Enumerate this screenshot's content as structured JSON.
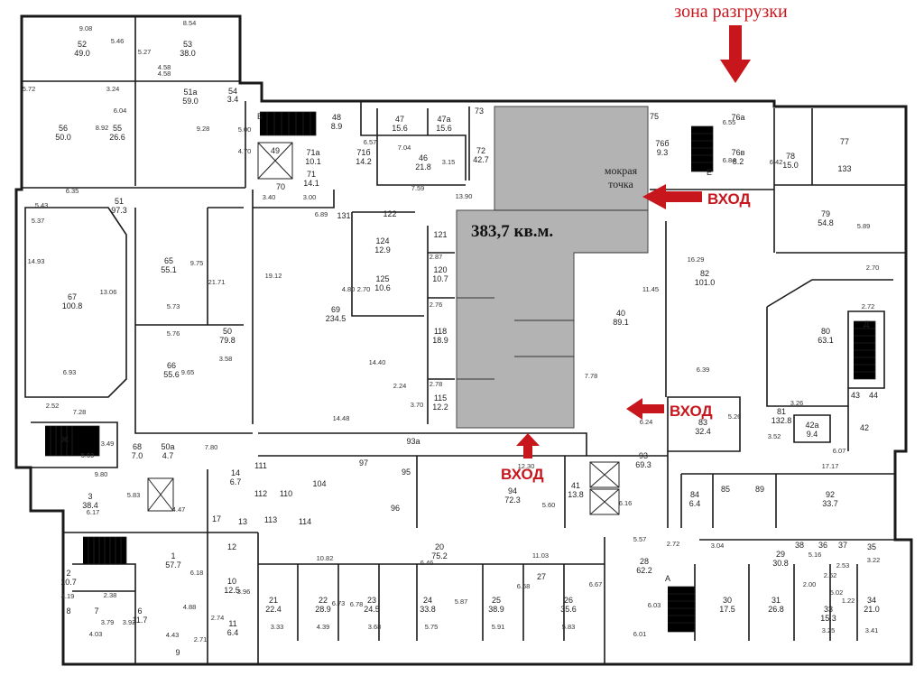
{
  "notes": {
    "unloading_zone": "зона разгрузки",
    "highlight_area": "383,7 кв.м.",
    "wet_point_line1": "мокрая",
    "wet_point_line2": "точка"
  },
  "entrances": [
    {
      "label": "ВХОД"
    },
    {
      "label": "ВХОД"
    },
    {
      "label": "ВХОД"
    }
  ],
  "colors": {
    "accent_red": "#c8161d",
    "highlight_gray": "#b3b3b3",
    "wall": "#1a1a1a"
  },
  "rooms": [
    {
      "num": "52",
      "area": "49.0"
    },
    {
      "num": "53",
      "area": "38.0"
    },
    {
      "num": "51а",
      "area": "59.0"
    },
    {
      "num": "54",
      "area": "3.4"
    },
    {
      "num": "56",
      "area": "50.0"
    },
    {
      "num": "55",
      "area": "26.6"
    },
    {
      "num": "48",
      "area": "8.9"
    },
    {
      "num": "47",
      "area": "15.6"
    },
    {
      "num": "47а",
      "area": "15.6"
    },
    {
      "num": "73",
      "area": ""
    },
    {
      "num": "75",
      "area": ""
    },
    {
      "num": "76а",
      "area": ""
    },
    {
      "num": "49",
      "area": ""
    },
    {
      "num": "71а",
      "area": "10.1"
    },
    {
      "num": "71б",
      "area": "14.2"
    },
    {
      "num": "46",
      "area": "21.8"
    },
    {
      "num": "72",
      "area": "42.7"
    },
    {
      "num": "76б",
      "area": "9.3"
    },
    {
      "num": "76в",
      "area": "8.2"
    },
    {
      "num": "78",
      "area": "15.0"
    },
    {
      "num": "77",
      "area": ""
    },
    {
      "num": "133",
      "area": ""
    },
    {
      "num": "71",
      "area": "14.1"
    },
    {
      "num": "70",
      "area": ""
    },
    {
      "num": "51",
      "area": "97.3"
    },
    {
      "num": "131",
      "area": ""
    },
    {
      "num": "122",
      "area": ""
    },
    {
      "num": "79",
      "area": "54.8"
    },
    {
      "num": "124",
      "area": "12.9"
    },
    {
      "num": "121",
      "area": ""
    },
    {
      "num": "65",
      "area": "55.1"
    },
    {
      "num": "67",
      "area": "100.8"
    },
    {
      "num": "125",
      "area": "10.6"
    },
    {
      "num": "120",
      "area": "10.7"
    },
    {
      "num": "82",
      "area": "101.0"
    },
    {
      "num": "69",
      "area": "234.5"
    },
    {
      "num": "40",
      "area": "89.1"
    },
    {
      "num": "80",
      "area": "63.1"
    },
    {
      "num": "118",
      "area": "18.9"
    },
    {
      "num": "50",
      "area": "79.8"
    },
    {
      "num": "66",
      "area": "55.6"
    },
    {
      "num": "115",
      "area": "12.2"
    },
    {
      "num": "83",
      "area": "32.4"
    },
    {
      "num": "81",
      "area": "132.8"
    },
    {
      "num": "43",
      "area": ""
    },
    {
      "num": "44",
      "area": ""
    },
    {
      "num": "42а",
      "area": "9.4"
    },
    {
      "num": "42",
      "area": ""
    },
    {
      "num": "68",
      "area": "7.0"
    },
    {
      "num": "50а",
      "area": "4.7"
    },
    {
      "num": "93а",
      "area": ""
    },
    {
      "num": "93",
      "area": "69.3"
    },
    {
      "num": "97",
      "area": ""
    },
    {
      "num": "95",
      "area": ""
    },
    {
      "num": "14",
      "area": "6.7"
    },
    {
      "num": "111",
      "area": ""
    },
    {
      "num": "94",
      "area": "72.3"
    },
    {
      "num": "41",
      "area": "13.8"
    },
    {
      "num": "3",
      "area": "38.4"
    },
    {
      "num": "104",
      "area": ""
    },
    {
      "num": "110",
      "area": ""
    },
    {
      "num": "112",
      "area": ""
    },
    {
      "num": "96",
      "area": ""
    },
    {
      "num": "84",
      "area": "6.4"
    },
    {
      "num": "85",
      "area": ""
    },
    {
      "num": "89",
      "area": ""
    },
    {
      "num": "92",
      "area": "33.7"
    },
    {
      "num": "17",
      "area": ""
    },
    {
      "num": "13",
      "area": ""
    },
    {
      "num": "113",
      "area": ""
    },
    {
      "num": "114",
      "area": ""
    },
    {
      "num": "12",
      "area": ""
    },
    {
      "num": "20",
      "area": "75.2"
    },
    {
      "num": "28",
      "area": "62.2"
    },
    {
      "num": "29",
      "area": "30.8"
    },
    {
      "num": "38",
      "area": ""
    },
    {
      "num": "36",
      "area": ""
    },
    {
      "num": "37",
      "area": ""
    },
    {
      "num": "35",
      "area": ""
    },
    {
      "num": "1",
      "area": "57.7"
    },
    {
      "num": "2",
      "area": "10.7"
    },
    {
      "num": "10",
      "area": "12.5"
    },
    {
      "num": "27",
      "area": ""
    },
    {
      "num": "21",
      "area": "22.4"
    },
    {
      "num": "22",
      "area": "28.9"
    },
    {
      "num": "23",
      "area": "24.5"
    },
    {
      "num": "24",
      "area": "33.8"
    },
    {
      "num": "25",
      "area": "38.9"
    },
    {
      "num": "26",
      "area": "35.6"
    },
    {
      "num": "30",
      "area": "17.5"
    },
    {
      "num": "31",
      "area": "26.8"
    },
    {
      "num": "33",
      "area": "15.3"
    },
    {
      "num": "34",
      "area": "21.0"
    },
    {
      "num": "7",
      "area": ""
    },
    {
      "num": "6",
      "area": "11.7"
    },
    {
      "num": "8",
      "area": ""
    },
    {
      "num": "11",
      "area": "6.4"
    },
    {
      "num": "9",
      "area": ""
    }
  ],
  "letters": [
    "Б",
    "Е",
    "Д",
    "Ж",
    "А"
  ],
  "dimensions": [
    "9.08",
    "8.54",
    "5.46",
    "5.27",
    "4.58",
    "5.72",
    "3.24",
    "6.04",
    "9.28",
    "8.92",
    "6.57",
    "7.04",
    "3.15",
    "6.55",
    "6.84",
    "6.42",
    "5.00",
    "4.70",
    "4.58",
    "3.40",
    "3.00",
    "7.59",
    "13.90",
    "6.35",
    "5.43",
    "5.37",
    "14.93",
    "13.06",
    "9.75",
    "21.71",
    "19.12",
    "4.80",
    "2.70",
    "6.89",
    "2.87",
    "2.76",
    "2.78",
    "3.70",
    "16.29",
    "5.89",
    "2.70",
    "11.45",
    "2.72",
    "7.78",
    "6.39",
    "3.26",
    "6.24",
    "5.26",
    "3.52",
    "6.07",
    "17.17",
    "5.73",
    "5.76",
    "3.58",
    "9.65",
    "14.40",
    "14.48",
    "2.24",
    "6.93",
    "2.52",
    "7.28",
    "3.49",
    "5.69",
    "7.80",
    "12.30",
    "5.60",
    "6.16",
    "9.80",
    "5.83",
    "6.17",
    "4.47",
    "10.82",
    "6.46",
    "11.03",
    "5.57",
    "2.72",
    "3.04",
    "5.16",
    "2.53",
    "2.62",
    "2.00",
    "3.22",
    "3.96",
    "6.18",
    "2.38",
    "4.88",
    "2.74",
    "3.33",
    "4.39",
    "6.73",
    "6.78",
    "3.68",
    "5.87",
    "5.75",
    "6.68",
    "5.91",
    "5.83",
    "6.67",
    "6.01",
    "6.03",
    "3.25",
    "3.41",
    "4.19",
    "3.79",
    "4.03",
    "3.92",
    "4.43",
    "2.71",
    "5.02",
    "1.22"
  ]
}
